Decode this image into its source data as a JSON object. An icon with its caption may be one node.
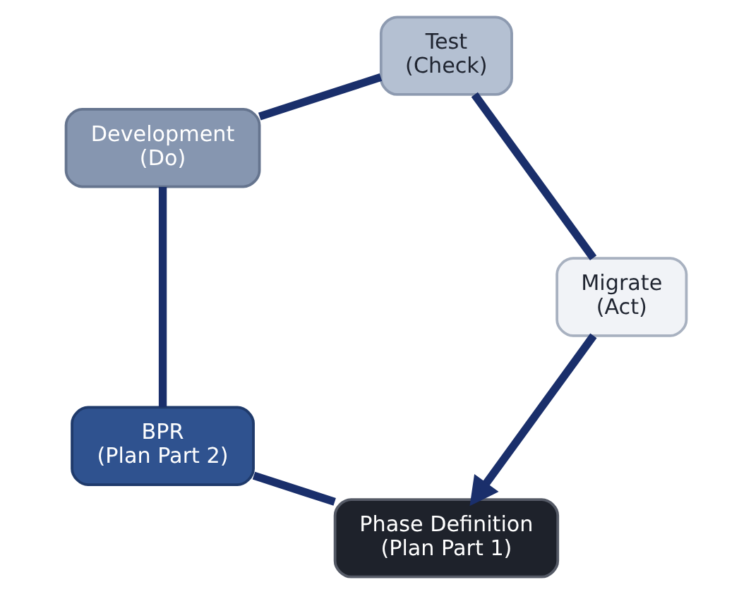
{
  "diagram": {
    "nodes": [
      {
        "text": [
          "Phase Definition",
          "(Plan Part 1)"
        ]
      },
      {
        "text": [
          "BPR",
          "(Plan Part 2)"
        ]
      },
      {
        "text": [
          "Development",
          "(Do)"
        ]
      },
      {
        "text": [
          "Test",
          "(Check)"
        ]
      },
      {
        "text": [
          "Migrate",
          "(Act)"
        ]
      }
    ],
    "edges": [
      {
        "from": 0,
        "to": 1,
        "arrow": "none"
      },
      {
        "from": 1,
        "to": 2,
        "arrow": "none"
      },
      {
        "from": 2,
        "to": 3,
        "arrow": "none"
      },
      {
        "from": 3,
        "to": 4,
        "arrow": "none"
      },
      {
        "from": 4,
        "to": 0,
        "arrow": "to"
      }
    ]
  }
}
